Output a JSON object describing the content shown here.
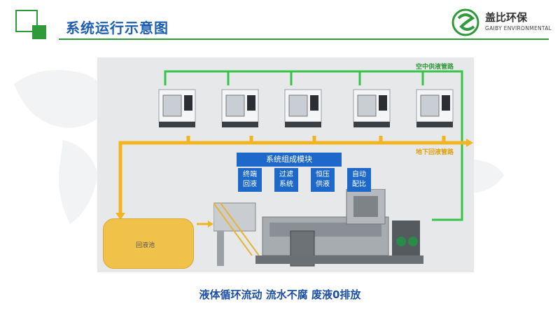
{
  "header": {
    "title": "系统运行示意图"
  },
  "logo": {
    "name_cn": "盖比环保",
    "name_en": "GAIBY ENVIRONMENTAL"
  },
  "diagram": {
    "supply_pipe_label": "空中供液管路",
    "return_pipe_label": "地下回液管路",
    "module_title": "系统组成模块",
    "modules": [
      {
        "line1": "终端",
        "line2": "回液"
      },
      {
        "line1": "过滤",
        "line2": "系统"
      },
      {
        "line1": "恒压",
        "line2": "供液"
      },
      {
        "line1": "自动",
        "line2": "配比"
      }
    ],
    "tank_label": "回液池",
    "machine_count": 5
  },
  "caption": "液体循环流动 流水不腐 废液0排放",
  "colors": {
    "title_blue": "#1d5fb5",
    "accent_green": "#2f9a3a",
    "supply_pipe": "#39c24a",
    "return_pipe": "#f2b51f",
    "module_blue": "#1e68c9"
  }
}
